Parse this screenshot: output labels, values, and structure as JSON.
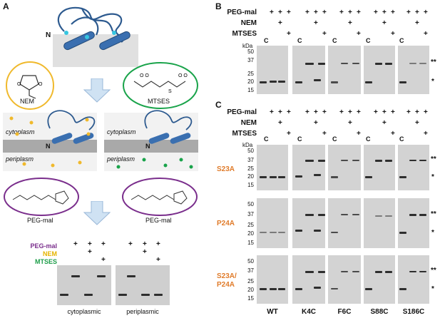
{
  "panel_a": {
    "letter": "A",
    "n_terminus": "N",
    "nem_label": "NEM",
    "mtses_label": "MTSES",
    "cytoplasm": "cytoplasm",
    "periplasm": "periplasm",
    "pegmal_label": "PEG-mal",
    "legend": {
      "pegmal": "PEG-mal",
      "nem": "NEM",
      "mtses": "MTSES",
      "plus": "+"
    },
    "result_cytoplasmic": "cytoplasmic",
    "result_periplasmic": "periplasmic",
    "colors": {
      "nem": "#f0b92c",
      "mtses": "#19a34a",
      "pegmal": "#7a2e8c",
      "protein": "#3a6fb0",
      "membrane": "#a9a9a9"
    }
  },
  "panel_b": {
    "letter": "B",
    "reagents": [
      "PEG-mal",
      "NEM",
      "MTSES"
    ],
    "control": "C",
    "kda": "kDa",
    "mw_markers": [
      "50",
      "37",
      "25",
      "20",
      "15"
    ],
    "double_star": "**",
    "star": "*",
    "plus": "+"
  },
  "panel_c": {
    "letter": "C",
    "reagents": [
      "PEG-mal",
      "NEM",
      "MTSES"
    ],
    "control": "C",
    "kda": "kDa",
    "mw_markers": [
      "50",
      "37",
      "25",
      "20",
      "15"
    ],
    "rows": [
      "S23A",
      "P24A",
      "S23A/\nP24A"
    ],
    "row_line1": [
      "S23A",
      "P24A",
      "S23A/"
    ],
    "row_line2": [
      "",
      "",
      "P24A"
    ],
    "double_star": "**",
    "star": "*",
    "plus": "+",
    "lanes": [
      "WT",
      "K4C",
      "F6C",
      "S88C",
      "S186C"
    ]
  }
}
